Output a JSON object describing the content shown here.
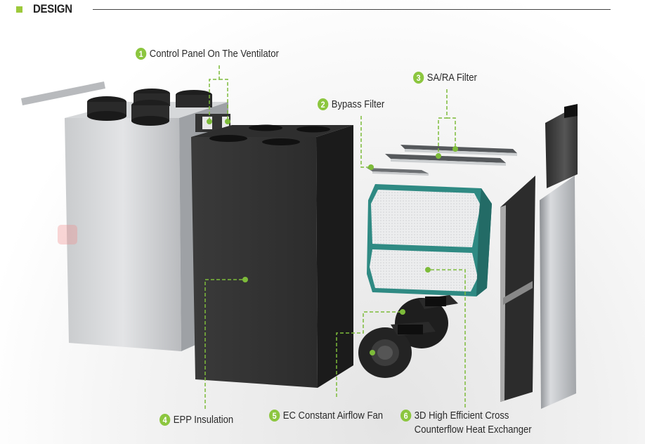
{
  "header": {
    "title": "DESIGN",
    "accent_color": "#9dc93b",
    "rule_color": "#444444"
  },
  "colors": {
    "callout_green": "#7dbb3a",
    "badge_green": "#8cc63f",
    "exchanger_teal": "#3a9a93"
  },
  "components": [
    {
      "number": "1",
      "label": "Control Panel On The Ventilator",
      "part": "control-panel"
    },
    {
      "number": "2",
      "label": "Bypass Filter",
      "part": "bypass-filter"
    },
    {
      "number": "3",
      "label": "SA/RA Filter",
      "part": "sa-ra-filter"
    },
    {
      "number": "4",
      "label": "EPP Insulation",
      "part": "epp-insulation"
    },
    {
      "number": "5",
      "label": "EC Constant Airflow Fan",
      "part": "ec-fan"
    },
    {
      "number": "6",
      "label_line1": "3D High Efficient Cross",
      "label_line2": "Counterflow Heat Exchanger",
      "part": "heat-exchanger"
    }
  ]
}
